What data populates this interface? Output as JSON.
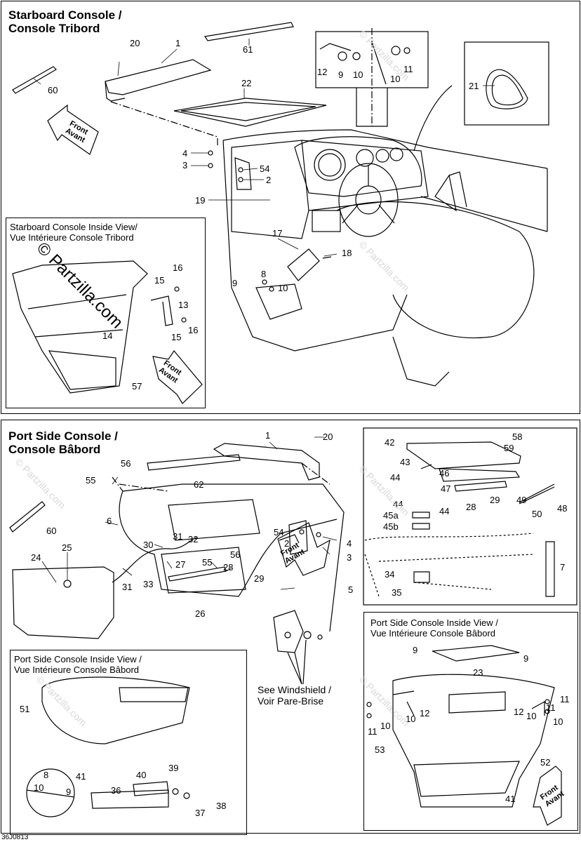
{
  "top": {
    "title_line1": "Starboard Console /",
    "title_line2": "Console Tribord",
    "inset_line1": "Starboard Console Inside View/",
    "inset_line2": "Vue Intérieure Console Tribord",
    "watermark": "© Partzilla.com"
  },
  "bottom": {
    "title_line1": "Port Side Console /",
    "title_line2": "Console Bâbord",
    "inset_left_line1": "Port Side Console Inside View /",
    "inset_left_line2": "Vue Intérieure Console Bâbord",
    "inset_right_line1": "Port Side Console Inside View /",
    "inset_right_line2": "Vue Intérieure Console Bâbord",
    "see_line1": "See Windshield /",
    "see_line2": "Voir Pare-Brise"
  },
  "front_arrow": {
    "line1": "Front",
    "line2": "Avant"
  },
  "faint_watermark": "© Partzilla.com",
  "diagram_code": "36J0813",
  "callouts_top": {
    "c20": "20",
    "c1": "1",
    "c61": "61",
    "c60": "60",
    "c22": "22",
    "c12": "12",
    "c9a": "9",
    "c10a": "10",
    "c10b": "10",
    "c11": "11",
    "c21": "21",
    "c4": "4",
    "c3": "3",
    "c54": "54",
    "c2": "2",
    "c19": "19",
    "c17": "17",
    "c18": "18",
    "c9b": "9",
    "c8": "8",
    "c10c": "10",
    "c16a": "16",
    "c15a": "15",
    "c13": "13",
    "c15b": "15",
    "c16b": "16",
    "c14": "14",
    "c57": "57"
  },
  "callouts_bottom": {
    "c1": "1",
    "c20": "20",
    "c56a": "56",
    "c55a": "55",
    "c62": "62",
    "c6": "6",
    "c60": "60",
    "c25": "25",
    "c24": "24",
    "c30": "30",
    "c31a": "31",
    "c32": "32",
    "c54": "54",
    "c2": "2",
    "c4": "4",
    "c3": "3",
    "c55b": "55",
    "c56b": "56",
    "c27": "27",
    "c28": "28",
    "c29": "29",
    "c31b": "31",
    "c33": "33",
    "c26": "26",
    "c5": "5",
    "c42": "42",
    "c58": "58",
    "c59": "59",
    "c43": "43",
    "c46": "46",
    "c44a": "44",
    "c47": "47",
    "c28b": "28",
    "c29b": "29",
    "c49": "49",
    "c48": "48",
    "c44b": "44",
    "c44c": "44",
    "c45a": "45a",
    "c45b": "45b",
    "c50": "50",
    "c7": "7",
    "c34": "34",
    "c35": "35",
    "c51": "51",
    "c8": "8",
    "c10": "10",
    "c9": "9",
    "c41": "41",
    "c40": "40",
    "c39": "39",
    "c36": "36",
    "c38": "38",
    "c37": "37",
    "r9a": "9",
    "r9b": "9",
    "r23": "23",
    "r11a": "11",
    "r10a": "10",
    "r12a": "12",
    "r10b": "10",
    "r12b": "12",
    "r10c": "10",
    "r11b": "11",
    "r10d": "10",
    "r11c": "11",
    "r53": "53",
    "r52": "52",
    "r41": "41"
  }
}
